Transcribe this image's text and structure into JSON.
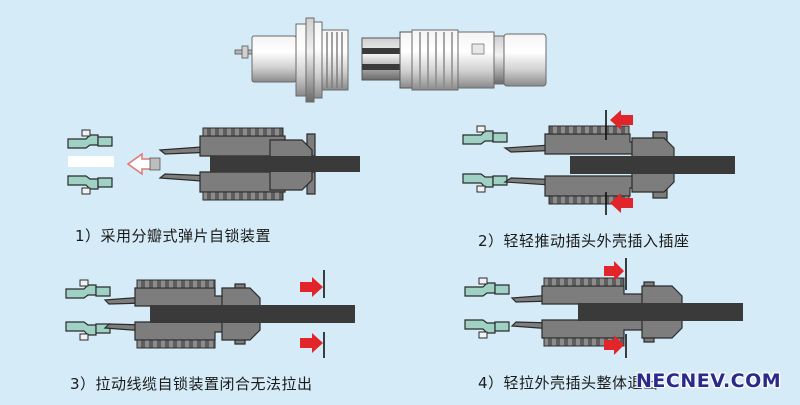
{
  "captions": {
    "step1": "1）采用分瓣式弹片自锁装置",
    "step2": "2）轻轻推动插头外壳插入插座",
    "step3": "3）拉动线缆自锁装置闭合无法拉出",
    "step4": "4）轻拉外壳插头整体退出"
  },
  "watermark": "NECNEV.COM",
  "colors": {
    "background": "#d5ecf8",
    "housing": "#7d7d7d",
    "dark": "#3a3a3a",
    "contact": "#9fd2c4",
    "arrow": "#e1252a",
    "outline_arrow": "#e07878"
  },
  "icons": [
    "connector-photo",
    "push-arrow-icon",
    "pull-arrow-icon",
    "insert-arrow-icon"
  ]
}
